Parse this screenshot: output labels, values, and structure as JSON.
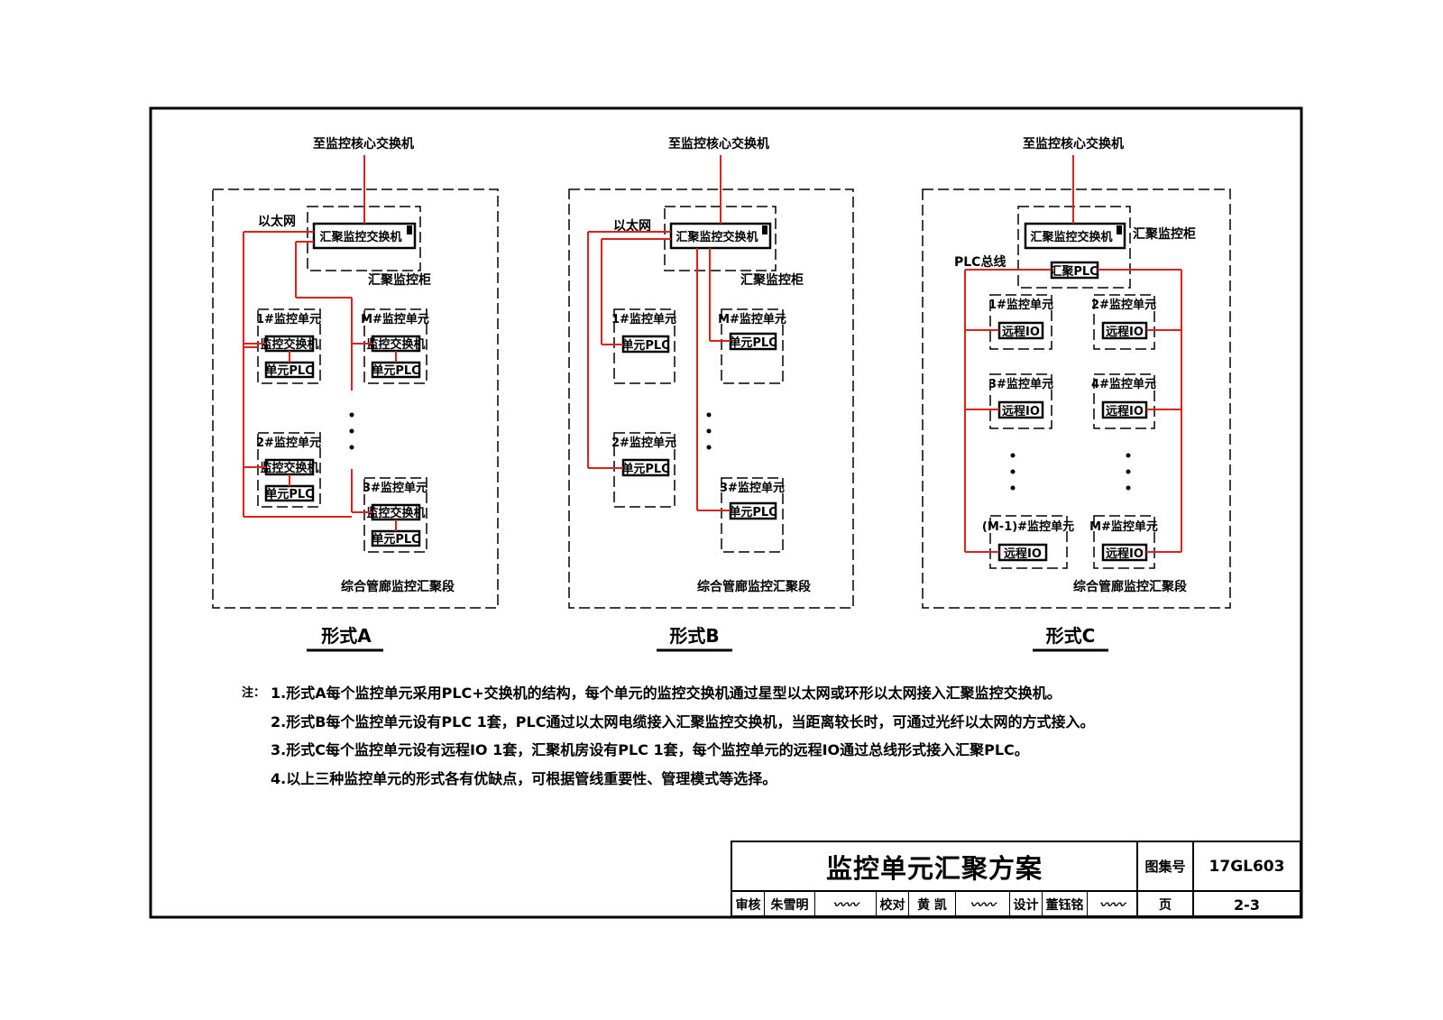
{
  "diagrams": {
    "top_label": "至监控核心交换机",
    "agg_switch": "汇聚监控交换机",
    "agg_cabinet": "汇聚监控柜",
    "ethernet": "以太网",
    "plc_bus": "PLC总线",
    "agg_plc": "汇聚PLC",
    "section": "综合管廊监控汇聚段",
    "switch": "监控交换机",
    "plc": "单元PLC",
    "remote_io": "远程IO",
    "form_a": "形式A",
    "form_b": "形式B",
    "form_c": "形式C",
    "u1": "1#监控单元",
    "u2": "2#监控单元",
    "u3": "3#监控单元",
    "u4": "4#监控单元",
    "um": "M#监控单元",
    "um1": "(M-1)#监控单元"
  },
  "notes": {
    "label": "注：",
    "items": [
      "1.形式A每个监控单元采用PLC+交换机的结构，每个单元的监控交换机通过星型以太网或环形以太网接入汇聚监控交换机。",
      "2.形式B每个监控单元设有PLC  1套，PLC通过以太网电缆接入汇聚监控交换机，当距离较长时，可通过光纤以太网的方式接入。",
      "3.形式C每个监控单元设有远程IO  1套，汇聚机房设有PLC  1套，每个监控单元的远程IO通过总线形式接入汇聚PLC。",
      "4.以上三种监控单元的形式各有优缺点，可根据管线重要性、管理模式等选择。"
    ]
  },
  "title_block": {
    "title": "监控单元汇聚方案",
    "atlas_label": "图集号",
    "atlas_no": "17GL603",
    "review_label": "审核",
    "reviewer": "朱雪明",
    "check_label": "校对",
    "checker": "黄 凯",
    "design_label": "设计",
    "designer": "董钰铭",
    "page_label": "页",
    "page_no": "2-3"
  },
  "colors": {
    "line": "#e0201b",
    "ink": "#000000"
  }
}
